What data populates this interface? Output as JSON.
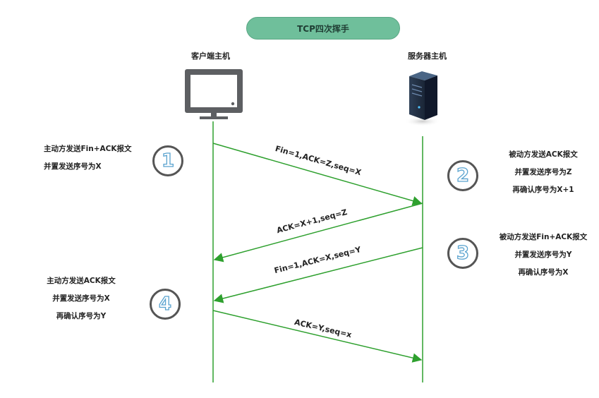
{
  "title": "TCP四次挥手",
  "client": {
    "label": "客户端主机",
    "icon": "monitor-icon"
  },
  "server": {
    "label": "服务器主机",
    "icon": "server-icon"
  },
  "colors": {
    "line": "#2ea02e",
    "pill": "#6fbf9b",
    "circle_border": "#555555",
    "circle_digit": "#5aa3cf"
  },
  "steps": [
    {
      "number": "1",
      "notes": [
        "主动方发送Fin+ACK报文",
        "并置发送序号为X"
      ]
    },
    {
      "number": "2",
      "notes": [
        "被动方发送ACK报文",
        "并置发送序号为Z",
        "再确认序号为X+1"
      ]
    },
    {
      "number": "3",
      "notes": [
        "被动方发送Fin+ACK报文",
        "并置发送序号为Y",
        "再确认序号为X"
      ]
    },
    {
      "number": "4",
      "notes": [
        "主动方发送ACK报文",
        "并置发送序号为X",
        "再确认序号为Y"
      ]
    }
  ],
  "messages": [
    {
      "label": "Fin=1,ACK=Z,seq=X",
      "from": "client",
      "to": "server"
    },
    {
      "label": "ACK=X+1,seq=Z",
      "from": "server",
      "to": "client"
    },
    {
      "label": "Fin=1,ACK=X,seq=Y",
      "from": "server",
      "to": "client"
    },
    {
      "label": "ACK=Y,seq=x",
      "from": "client",
      "to": "server"
    }
  ]
}
